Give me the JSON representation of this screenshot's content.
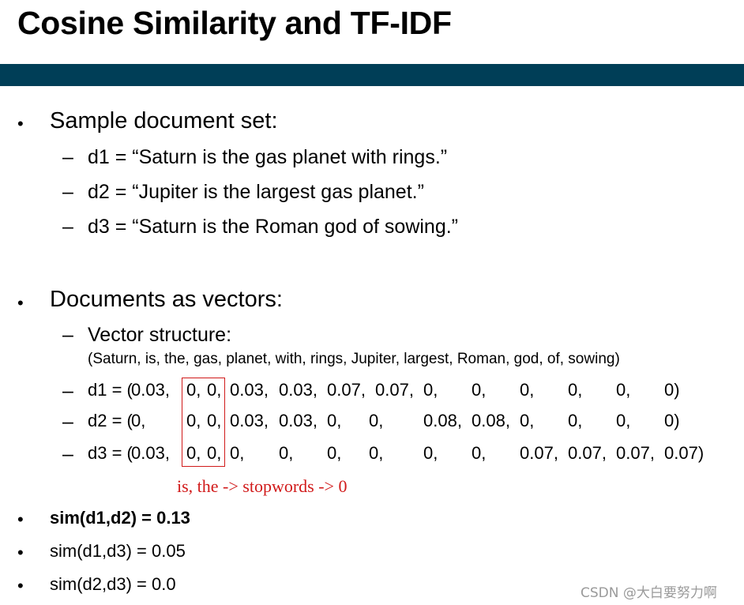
{
  "slide": {
    "title": "Cosine Similarity and TF-IDF",
    "band_color": "#003e57"
  },
  "section1": {
    "bullet": "•",
    "heading": "Sample document set:",
    "docs": [
      {
        "dash": "–",
        "text": "d1 = “Saturn is the gas planet with rings.”"
      },
      {
        "dash": "–",
        "text": "d2 = “Jupiter is the largest gas planet.”"
      },
      {
        "dash": "–",
        "text": "d3 = “Saturn is the Roman god of sowing.”"
      }
    ]
  },
  "section2": {
    "bullet": "•",
    "heading": "Documents as vectors:",
    "structure_label": "Vector structure:",
    "structure_terms": "(Saturn, is, the, gas, planet, with, rings, Jupiter, largest, Roman, god, of, sowing)",
    "vectors": [
      {
        "label": "d1 = (",
        "values": [
          "0.03,",
          "0,",
          "0,",
          "0.03,",
          "0.03,",
          "0.07,",
          "0.07,",
          "0,",
          "0,",
          "0,",
          "0,",
          "0,",
          "0)"
        ]
      },
      {
        "label": "d2 = (",
        "values": [
          "0,",
          "0,",
          "0,",
          "0.03,",
          "0.03,",
          "0,",
          "0,",
          "0.08,",
          "0.08,",
          "0,",
          "0,",
          "0,",
          "0)"
        ]
      },
      {
        "label": "d3 = (",
        "values": [
          "0.03,",
          "0,",
          "0,",
          "0,",
          "0,",
          "0,",
          "0,",
          "0,",
          "0,",
          "0.07,",
          "0.07,",
          "0.07,",
          "0.07)"
        ]
      }
    ],
    "annotation": "is, the -> stopwords -> 0",
    "annotation_color": "#d11a1a"
  },
  "similarities": [
    {
      "bullet": "•",
      "text": "sim(d1,d2) = 0.13",
      "bold": true
    },
    {
      "bullet": "•",
      "text": "sim(d1,d3) = 0.05",
      "bold": false
    },
    {
      "bullet": "•",
      "text": "sim(d2,d3) = 0.0",
      "bold": false
    }
  ],
  "watermark": "CSDN @大白要努力啊"
}
